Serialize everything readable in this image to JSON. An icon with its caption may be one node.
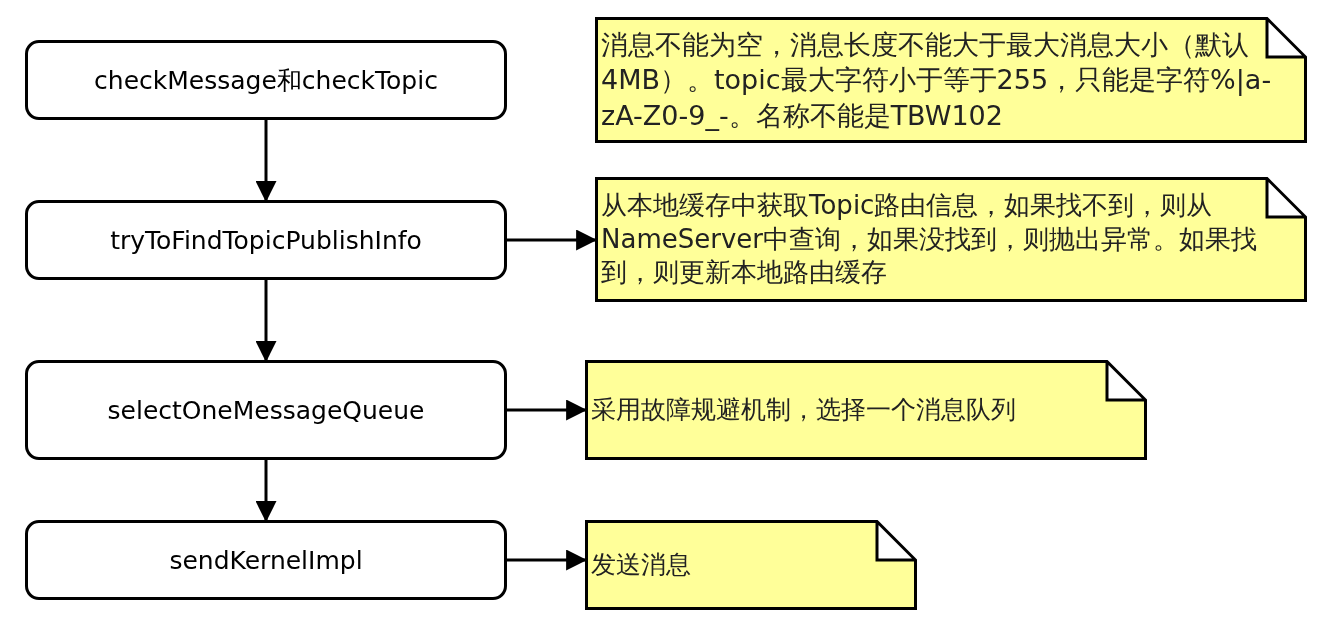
{
  "diagram": {
    "nodes": [
      {
        "text": [
          "checkMessage和checkTopic"
        ]
      },
      {
        "text": [
          "tryToFindTopicPublishInfo"
        ]
      },
      {
        "text": [
          "selectOneMessageQueue"
        ]
      },
      {
        "text": [
          "sendKernelImpl"
        ]
      },
      {
        "text": [
          "消息不能为空，消息长度不能大于最大消息大小（默认4MB）。topic最大字符小于等于255，只能是字符%|a-zA-Z0-9_-。名称不能是TBW102"
        ]
      },
      {
        "text": [
          "从本地缓存中获取Topic路由信息，如果找不到，则从NameServer中查询，如果没找到，则抛出异常。如果找到，则更新本地路由缓存"
        ]
      },
      {
        "text": [
          "采用故障规避机制，选择一个消息队列"
        ]
      },
      {
        "text": [
          "发送消息"
        ]
      }
    ],
    "edges": [
      {
        "from": 0,
        "to": 1,
        "arrow": "to"
      },
      {
        "from": 1,
        "to": 2,
        "arrow": "to"
      },
      {
        "from": 2,
        "to": 3,
        "arrow": "to"
      },
      {
        "from": 1,
        "to": 5,
        "arrow": "to"
      },
      {
        "from": 2,
        "to": 6,
        "arrow": "to"
      },
      {
        "from": 3,
        "to": 7,
        "arrow": "to"
      }
    ]
  }
}
